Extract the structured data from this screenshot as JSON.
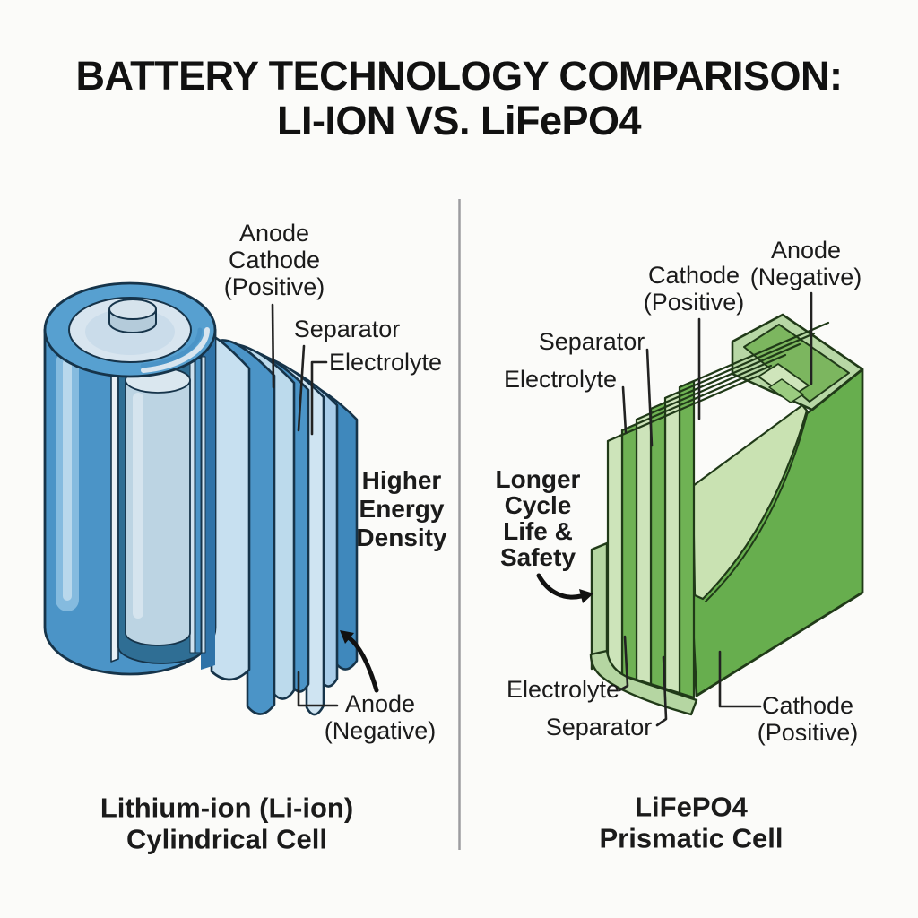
{
  "title": {
    "line1": "BATTERY TECHNOLOGY COMPARISON:",
    "line2": "LI-ION VS. LiFePO4"
  },
  "colors": {
    "background": "#fbfbf9",
    "li_ion_blue": "#4b94c7",
    "li_ion_blue_dark": "#2f73a8",
    "li_ion_blue_light": "#a9cde9",
    "li_ion_blue_pale": "#cfe4f2",
    "lifepo4_green": "#67ae4e",
    "lifepo4_green_light": "#b5d6a2",
    "lifepo4_green_pale": "#cde4ba",
    "divider_gray": "#9c9ca0",
    "text": "#1b1b1b"
  },
  "left_cell": {
    "labels": {
      "anode_top": "Anode",
      "cathode": "Cathode",
      "cathode_polarity": "(Positive)",
      "separator": "Separator",
      "electrolyte": "Electrolyte",
      "anode_bottom": "Anode",
      "anode_polarity": "(Negative)"
    },
    "benefit": {
      "line1": "Higher",
      "line2": "Energy",
      "line3": "Density"
    },
    "caption": {
      "line1": "Lithium-ion (Li-ion)",
      "line2": "Cylindrical Cell"
    }
  },
  "right_cell": {
    "labels": {
      "anode": "Anode",
      "anode_polarity": "(Negative)",
      "cathode_top": "Cathode",
      "cathode_top_polarity": "(Positive)",
      "separator_top": "Separator",
      "electrolyte_top": "Electrolyte",
      "electrolyte_bottom": "Electrolyte",
      "separator_bottom": "Separator",
      "cathode_bottom": "Cathode",
      "cathode_bottom_polarity": "(Positive)"
    },
    "benefit": {
      "line1": "Longer",
      "line2": "Cycle",
      "line3": "Life &",
      "line4": "Safety"
    },
    "caption": {
      "line1": "LiFePO4",
      "line2": "Prismatic Cell"
    }
  }
}
